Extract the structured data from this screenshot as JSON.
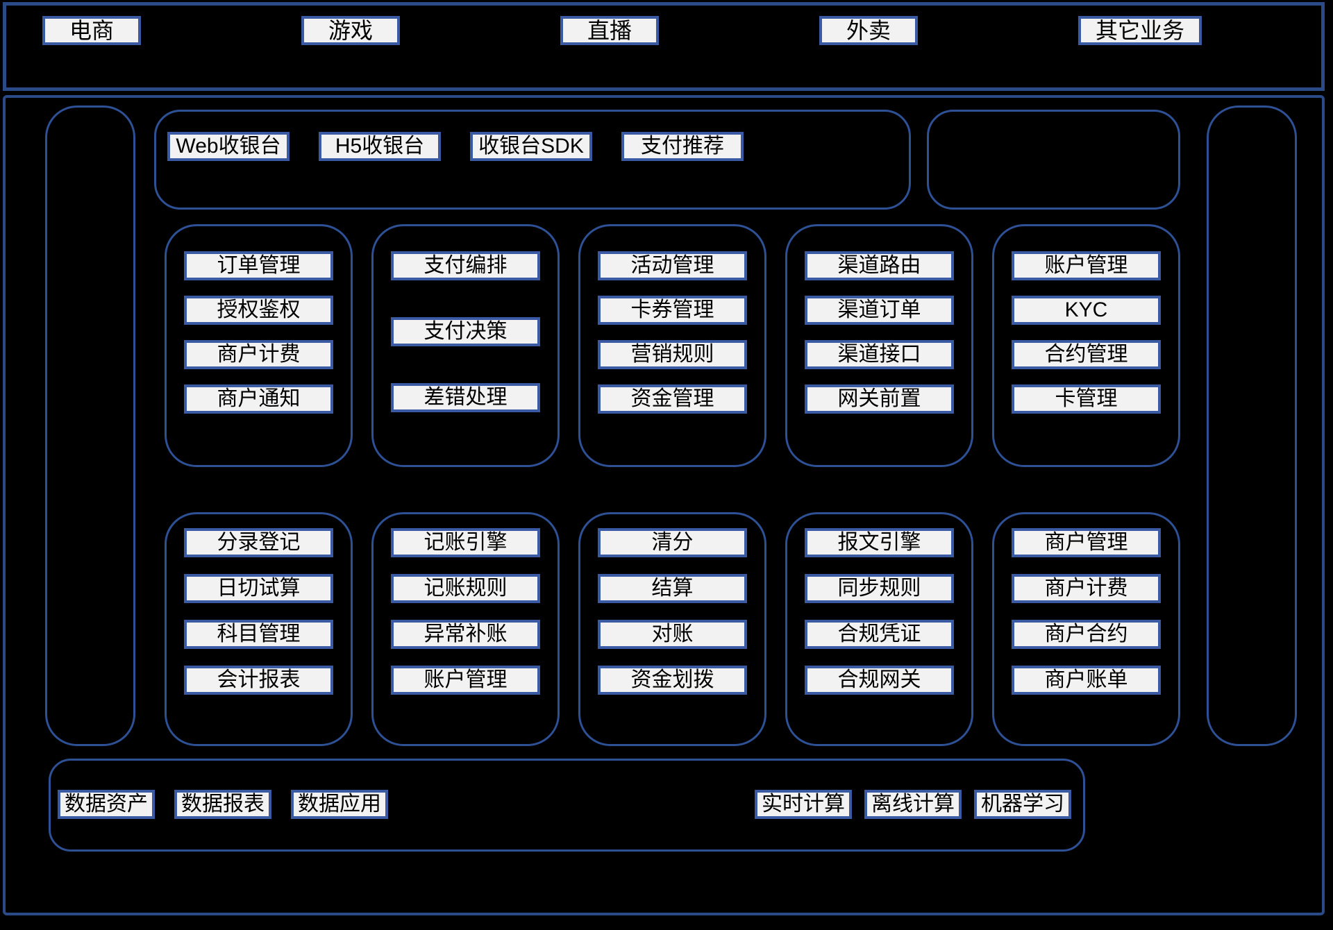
{
  "colors": {
    "background": "#000000",
    "outer_border": "#2a4a88",
    "container_border": "#2e5095",
    "box_border": "#3a5ba3",
    "box_bg": "#f2f2f2",
    "text": "#000000"
  },
  "top_businesses": [
    "电商",
    "游戏",
    "直播",
    "外卖",
    "其它业务"
  ],
  "cashier": {
    "items": [
      "Web收银台",
      "H5收银台",
      "收银台SDK",
      "支付推荐"
    ]
  },
  "row1": {
    "groups": [
      {
        "items": [
          "订单管理",
          "授权鉴权",
          "商户计费",
          "商户通知"
        ]
      },
      {
        "items": [
          "支付编排",
          "支付决策",
          "差错处理"
        ]
      },
      {
        "items": [
          "活动管理",
          "卡券管理",
          "营销规则",
          "资金管理"
        ]
      },
      {
        "items": [
          "渠道路由",
          "渠道订单",
          "渠道接口",
          "网关前置"
        ]
      },
      {
        "items": [
          "账户管理",
          "KYC",
          "合约管理",
          "卡管理"
        ]
      }
    ]
  },
  "row2": {
    "groups": [
      {
        "items": [
          "分录登记",
          "日切试算",
          "科目管理",
          "会计报表"
        ]
      },
      {
        "items": [
          "记账引擎",
          "记账规则",
          "异常补账",
          "账户管理"
        ]
      },
      {
        "items": [
          "清分",
          "结算",
          "对账",
          "资金划拨"
        ]
      },
      {
        "items": [
          "报文引擎",
          "同步规则",
          "合规凭证",
          "合规网关"
        ]
      },
      {
        "items": [
          "商户管理",
          "商户计费",
          "商户合约",
          "商户账单"
        ]
      }
    ]
  },
  "data_platform": {
    "left": [
      "数据资产",
      "数据报表",
      "数据应用"
    ],
    "right": [
      "实时计算",
      "离线计算",
      "机器学习"
    ]
  }
}
